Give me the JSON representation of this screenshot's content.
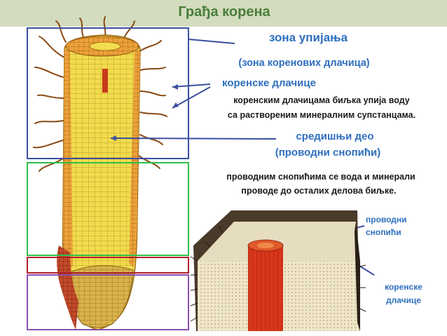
{
  "title": "Грађа корена",
  "zone": {
    "name": "зона упијања",
    "subtitle": "(зона коренових длачица)"
  },
  "root_hairs": {
    "label": "коренске длачице",
    "desc_line1": "коренским длачицама биљка упија воду",
    "desc_line2": "са раствореним минералним супстанцама."
  },
  "central_part": {
    "label": "средишњи део",
    "subtitle": "(проводни снопићи)"
  },
  "vascular_desc": {
    "line1": "проводним снопићима се вода и минерали",
    "line2": "проводе до осталих делова биљке."
  },
  "cross_section_labels": {
    "vascular_line1": "проводни",
    "vascular_line2": "снопићи",
    "hairs_line1": "коренске",
    "hairs_line2": "длачице"
  },
  "colors": {
    "title_bar": "#d3dcbf",
    "title_text": "#4a7d3a",
    "label_text": "#2f6fbf",
    "body_text": "#1a1a1a",
    "absorption_box": "#3b4fa0",
    "elongation_box": "#2fbf4a",
    "meristem_box": "#b0202a",
    "cap_box": "#8a4fb0",
    "cortex": "#f2d84a",
    "vascular": "#d94a1a"
  }
}
